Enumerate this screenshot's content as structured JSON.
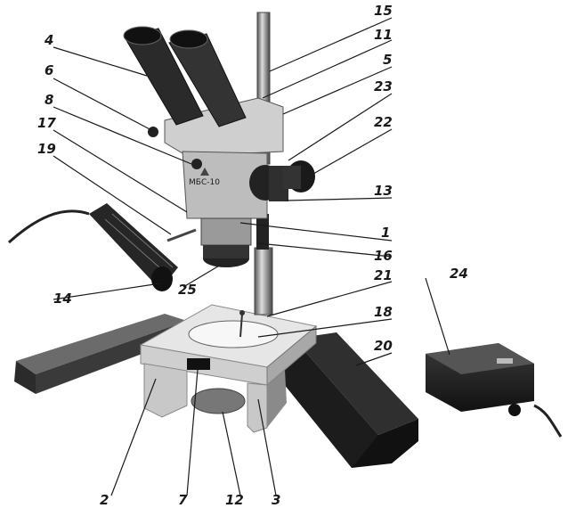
{
  "device_text": "МБС-10",
  "labels": {
    "l1": "1",
    "l2": "2",
    "l3": "3",
    "l4": "4",
    "l5": "5",
    "l6": "6",
    "l7": "7",
    "l8": "8",
    "l11": "11",
    "l12": "12",
    "l13": "13",
    "l14": "14",
    "l15": "15",
    "l16": "16",
    "l17": "17",
    "l18": "18",
    "l19": "19",
    "l20": "20",
    "l21": "21",
    "l22": "22",
    "l23": "23",
    "l24": "24",
    "l25": "25"
  },
  "colors": {
    "ink": "#1a1a1a",
    "metal_light": "#d9d9d9",
    "metal_mid": "#9a9a9a",
    "dark": "#2a2a2a"
  }
}
